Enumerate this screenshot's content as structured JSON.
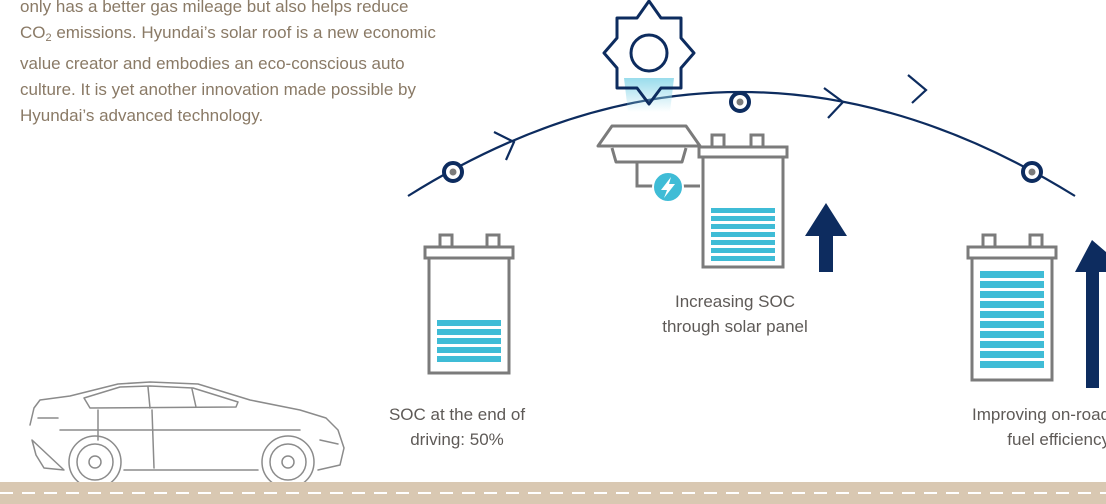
{
  "intro_text": {
    "line1": "only has a better gas mileage but also helps reduce",
    "line2_prefix": "CO",
    "line2_sub": "2",
    "line2_rest": " emissions. Hyundai’s solar roof is a new economic",
    "line3": "value creator and embodies an eco-conscious auto",
    "line4": "culture. It is yet another innovation made possible by",
    "line5": "Hyundai’s advanced technology."
  },
  "labels": {
    "increasing_soc": "Increasing SOC\nthrough solar panel",
    "soc_end": "SOC at the end of\ndriving: 50%",
    "improving": "Improving on-road\nfuel efficiency"
  },
  "colors": {
    "navy": "#0d2c5f",
    "cyan": "#3fbcd6",
    "gray": "#7b7b7b",
    "road": "#d9c8b2",
    "text_brown": "#8a7a66"
  },
  "icons": [
    "sun-icon",
    "solar-panel-icon",
    "lightning-icon",
    "battery-icon",
    "up-arrow-icon",
    "car-icon"
  ]
}
